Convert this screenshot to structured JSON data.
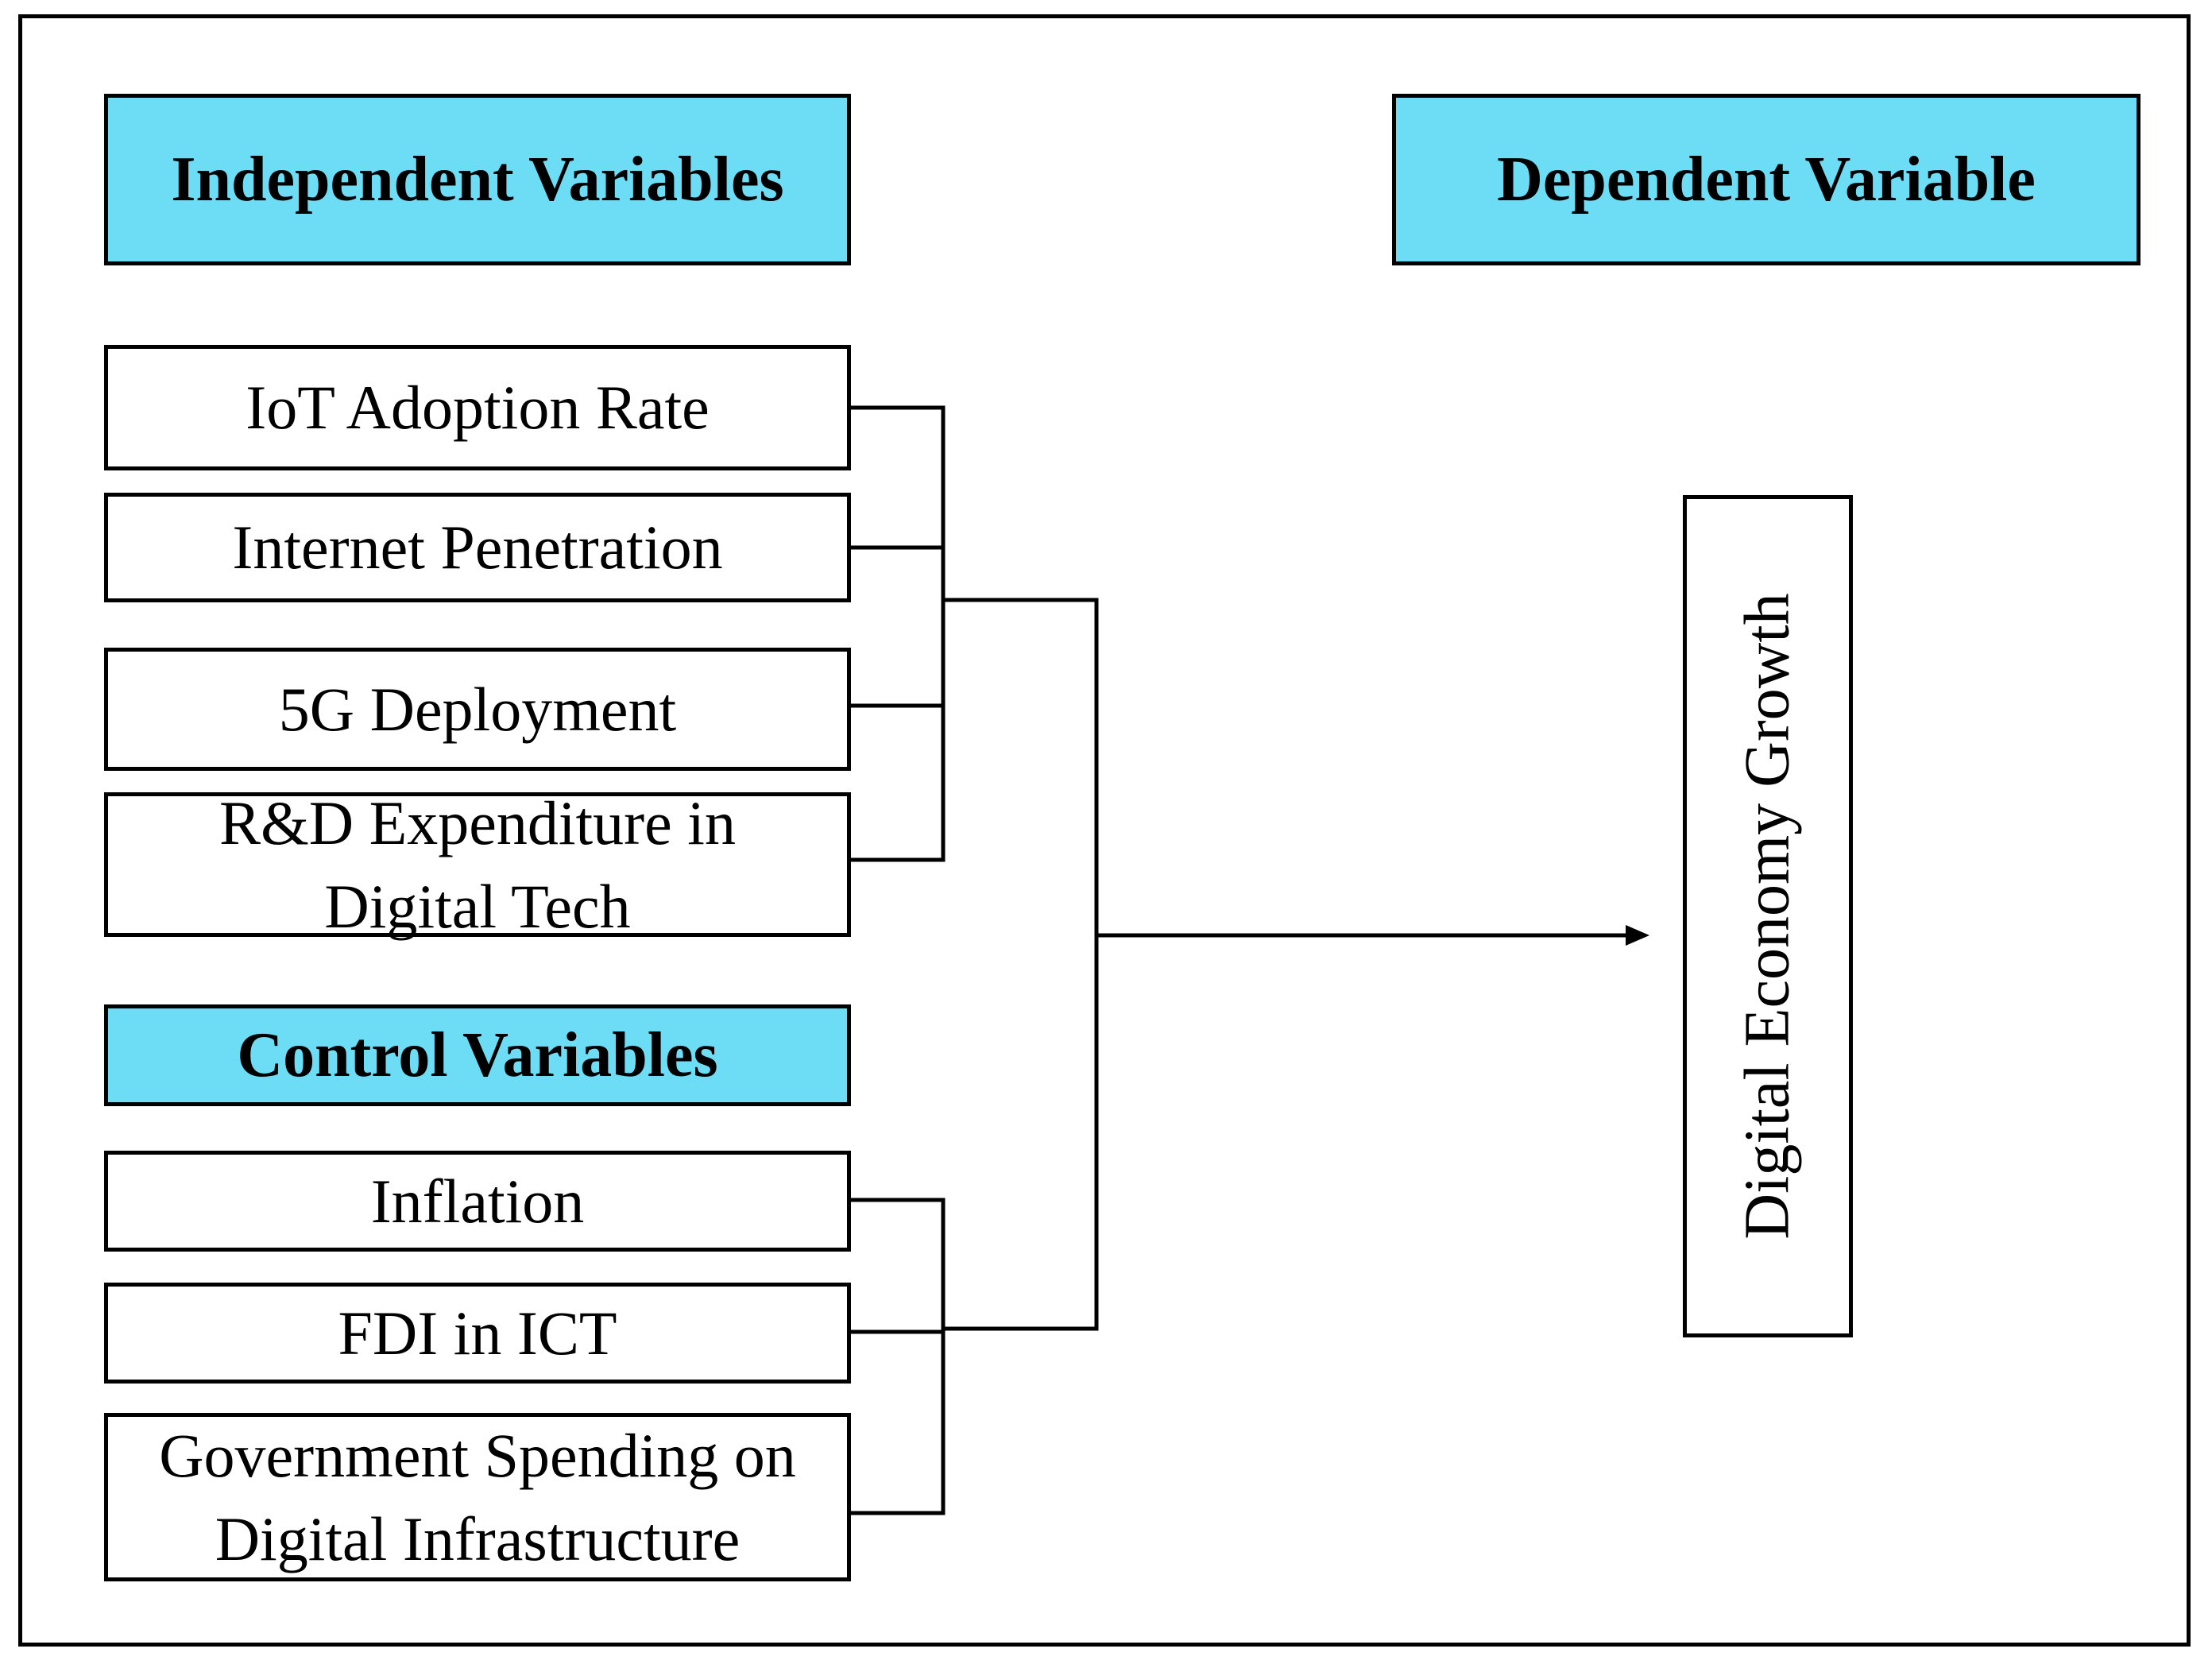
{
  "headers": {
    "independent": "Independent Variables",
    "dependent": "Dependent Variable",
    "control": "Control Variables"
  },
  "independent_variables": [
    "IoT Adoption Rate",
    "Internet Penetration",
    "5G Deployment",
    "R&D Expenditure in Digital Tech"
  ],
  "control_variables": [
    "Inflation",
    "FDI in ICT",
    "Government Spending on Digital Infrastructure"
  ],
  "dependent_variable": "Digital Economy Growth",
  "colors": {
    "header_fill": "#6ddcf5",
    "line": "#000000"
  }
}
